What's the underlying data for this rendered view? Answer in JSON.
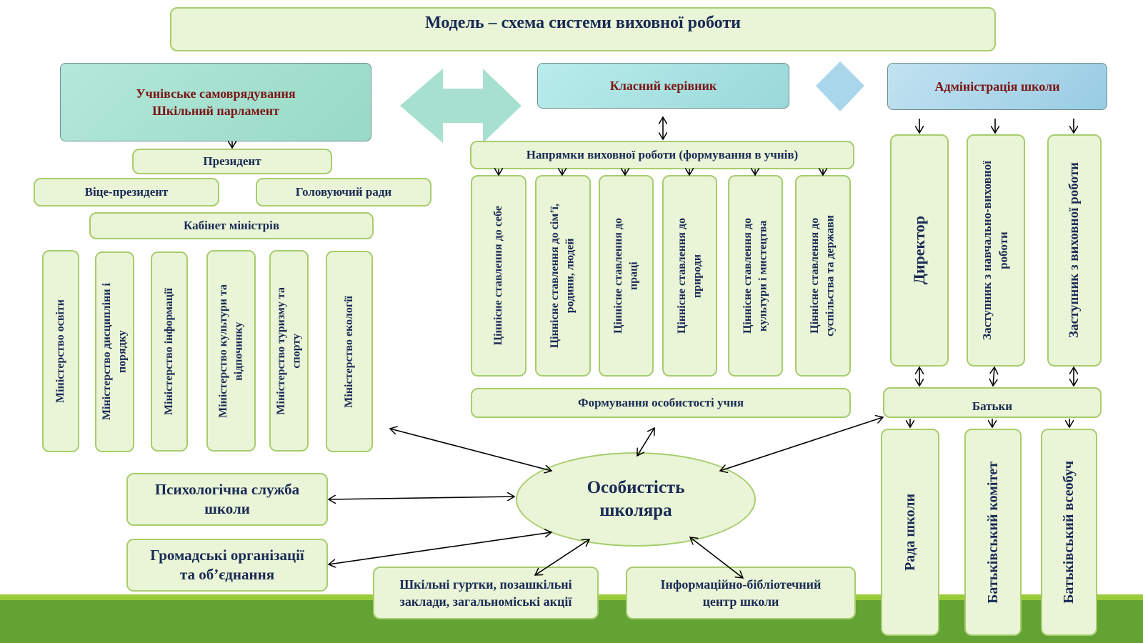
{
  "title": "Модель – схема системи виховної роботи",
  "student_government": {
    "header_line1": "Учнівське самоврядування",
    "header_line2": "Шкільний парламент",
    "president": "Президент",
    "vice_president": "Віце-президент",
    "council_chair": "Головуючий ради",
    "cabinet": "Кабінет міністрів",
    "ministries": [
      "Міністерство освіти",
      "Міністерство дисципліни і\nпорядку",
      "Міністерство інформації",
      "Міністерство культури та\nвідпочинку",
      "Міністерство  туризму та\nспорту",
      "Міністерство  екології"
    ]
  },
  "class_teacher": {
    "header": "Класний керівник",
    "directions_header": "Напрямки виховної роботи (формування в учнів)",
    "values": [
      "Ціннісне ставлення до себе",
      "Ціннісне ставлення до сім’ї,\nродини, людей",
      "Ціннісне ставлення до\nпраці",
      "Ціннісне ставлення до\nприроди",
      "Ціннісне ставлення до\nкультури і мистецтва",
      "Ціннісне ставлення до\nсуспільства та держави"
    ],
    "formation": "Формування особистості учня"
  },
  "administration": {
    "header": "Адміністрація школи",
    "members": [
      "Директор",
      "Заступник з навчально-виховної\nроботи",
      "Заступник з виховної роботи"
    ],
    "parents": "Батьки",
    "parent_bodies": [
      "Рада школи",
      "Батьківський комітет",
      "Батьківський всеобуч"
    ]
  },
  "center": {
    "line1": "Особистість",
    "line2": "школяра"
  },
  "partners": {
    "psych_line1": "Психологічна служба",
    "psych_line2": "школи",
    "public_line1": "Громадські організації",
    "public_line2": "та об’єднання",
    "clubs_line1": "Шкільні гуртки, позашкільні",
    "clubs_line2": "заклади, загальноміські акції",
    "library_line1": "Інформаційно-бібліотечний",
    "library_line2": "центр школи"
  },
  "colors": {
    "box_fill": "#e9f5d6",
    "box_border": "#a8cc6e",
    "text_navy": "#1a2a55",
    "header_text": "#7a1414",
    "band_dark": "#62a334",
    "band_light": "#9bcb3c",
    "big_arrow": "#a8e0d0",
    "diamond": "#a9d6ea"
  }
}
